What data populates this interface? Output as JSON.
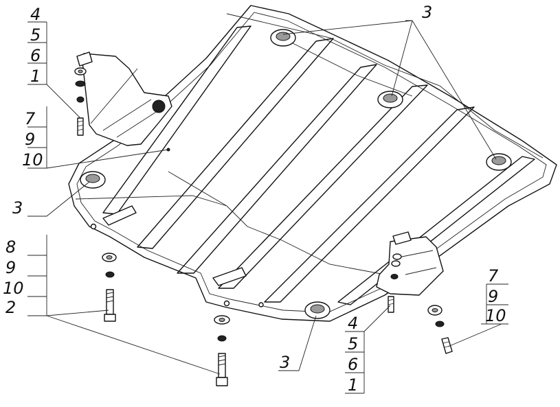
{
  "callouts": {
    "top_left_stack": [
      "4",
      "5",
      "6",
      "1"
    ],
    "left_mid_stack": [
      "7",
      "9",
      "10"
    ],
    "left_pad": "3",
    "top_right_pad": "3",
    "left_bottom_stack": [
      "8",
      "9",
      "10",
      "2"
    ],
    "bottom_pad": "3",
    "bottom_center_stack": [
      "4",
      "5",
      "6",
      "1"
    ],
    "right_stack": [
      "7",
      "9",
      "10"
    ]
  }
}
